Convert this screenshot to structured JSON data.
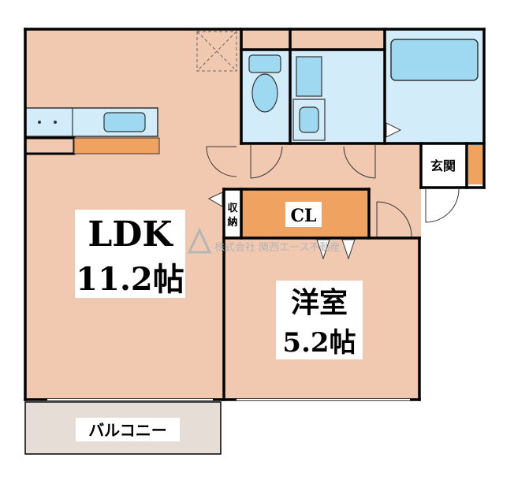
{
  "rooms": {
    "ldk": {
      "name": "LDK",
      "size": "11.2帖"
    },
    "western": {
      "name": "洋室",
      "size": "5.2帖"
    },
    "closet": {
      "name": "CL"
    },
    "storage": {
      "line1": "収",
      "line2": "納"
    },
    "entrance": {
      "name": "玄関"
    },
    "balcony": {
      "name": "バルコニー"
    }
  },
  "watermark": {
    "company": "株式会社 関西エース不動産"
  },
  "colors": {
    "floor": "#f1c9b1",
    "wet_area": "#d2ecfa",
    "fixture": "#9fd8f1",
    "furniture": "#f0a261",
    "balcony": "#e5ddd6",
    "wall": "#000000"
  }
}
